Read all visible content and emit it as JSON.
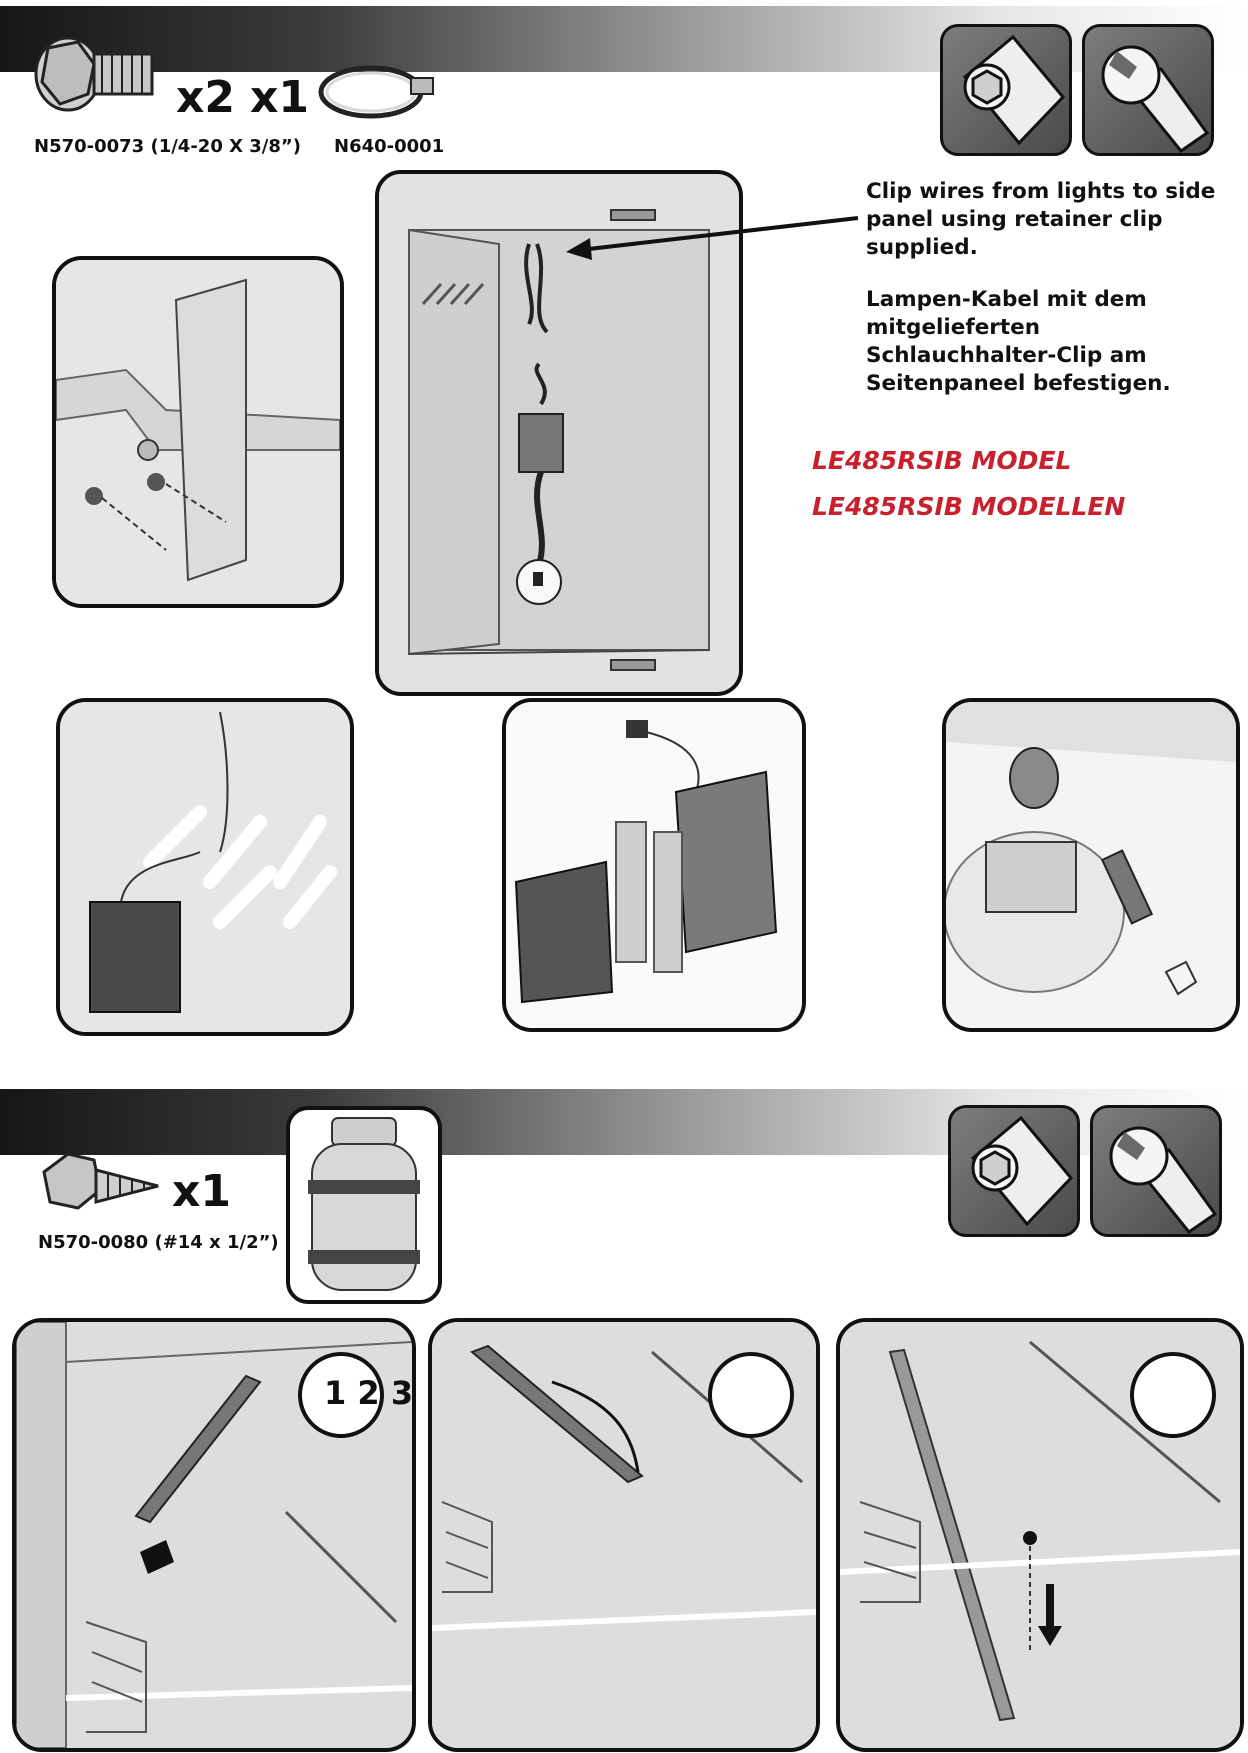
{
  "section1": {
    "qty_bolt": "x2",
    "qty_clip": "x1",
    "part_bolt": "N570-0073 (1/4-20 X 3/8”)",
    "part_clip": "N640-0001",
    "instruction_en": "Clip wires from lights to side panel using retainer clip supplied.",
    "instruction_de": "Lampen-Kabel mit dem mitgelieferten Schlauchhalter-Clip am Seitenpaneel befestigen.",
    "model_line1": "LE485RSIB MODEL",
    "model_line2": "LE485RSIB MODELLEN"
  },
  "section2": {
    "qty_screw": "x1",
    "part_screw": "N570-0080 (#14 x 1/2”)",
    "step_label": "1 2 3"
  },
  "icons": [
    "hex-key-icon",
    "wrench-icon"
  ],
  "colors": {
    "model_red": "#c8202c",
    "outline": "#111111",
    "panel_grey": "#e9e9e9"
  }
}
